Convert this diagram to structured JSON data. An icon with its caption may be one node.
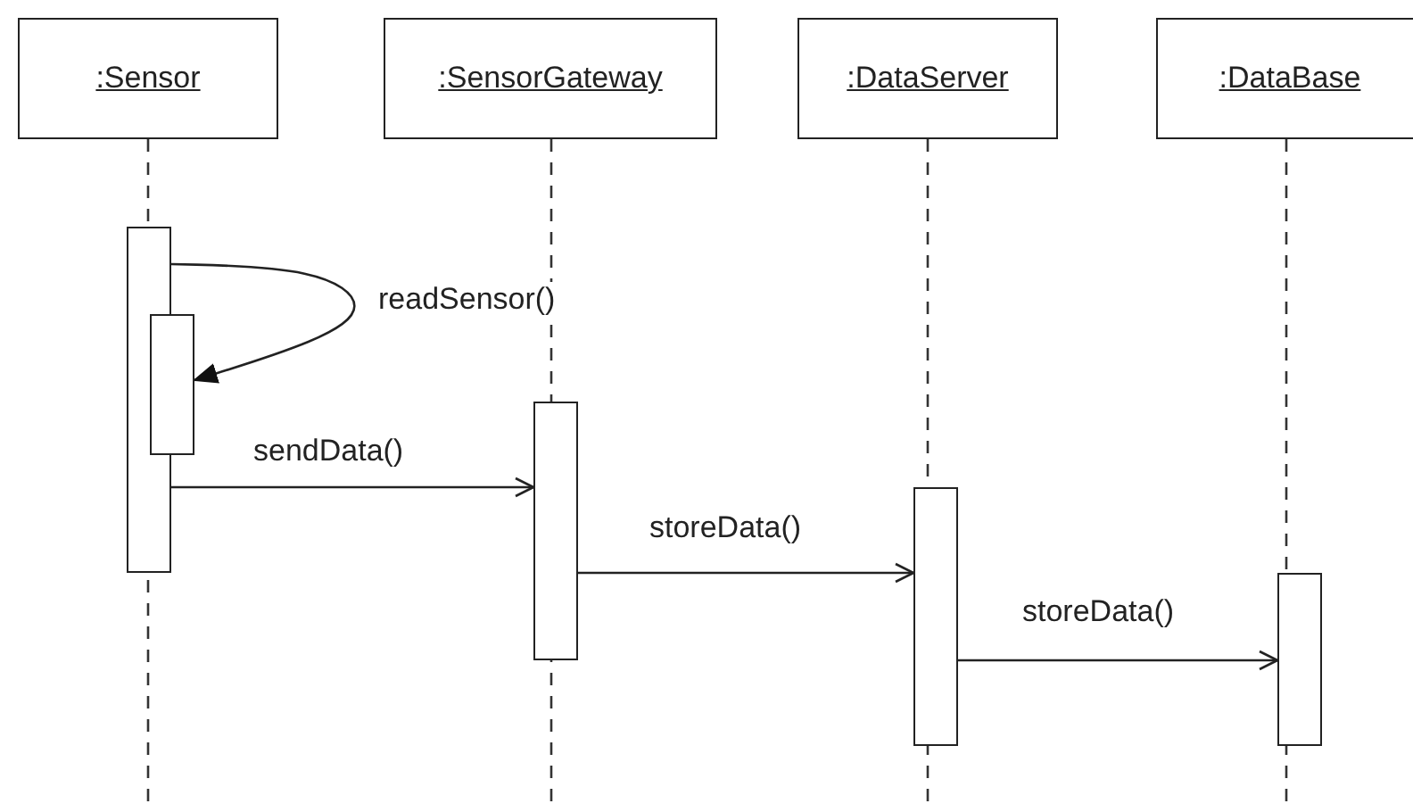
{
  "diagram": {
    "nodes": [
      {
        "text": [
          ":Sensor"
        ]
      },
      {
        "text": [
          ":SensorGateway"
        ]
      },
      {
        "text": [
          ":DataServer"
        ]
      },
      {
        "text": [
          ":DataBase"
        ]
      },
      {
        "text": [],
        "shape": "bar"
      },
      {
        "text": [],
        "shape": "bar"
      },
      {
        "text": [],
        "shape": "bar"
      },
      {
        "text": [],
        "shape": "bar"
      },
      {
        "text": [],
        "shape": "bar"
      }
    ],
    "edges": [
      {
        "from": 4,
        "to": 5,
        "arrow": "to",
        "label": "readSensor()"
      },
      {
        "from": 4,
        "to": 6,
        "arrow": "to",
        "label": "sendData()"
      },
      {
        "from": 6,
        "to": 7,
        "arrow": "to",
        "label": "storeData()"
      },
      {
        "from": 7,
        "to": 8,
        "arrow": "to",
        "label": "storeData()"
      }
    ]
  }
}
